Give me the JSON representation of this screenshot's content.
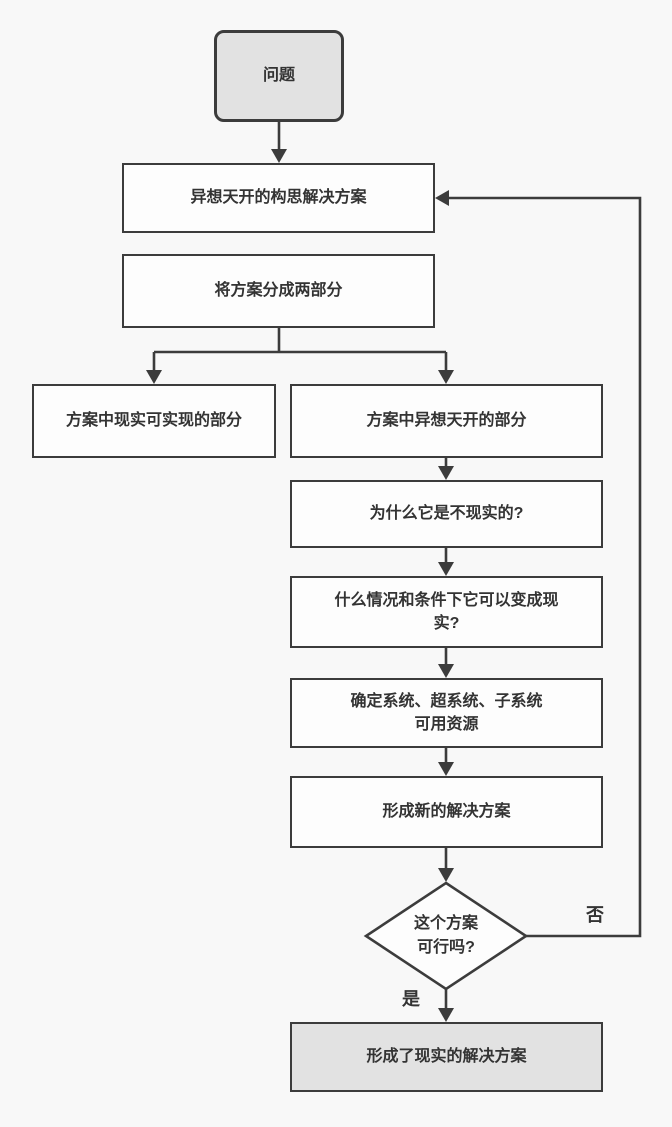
{
  "diagram": {
    "background": "#f8f8f8",
    "stroke_color": "#3c3c3c",
    "text_color": "#333333",
    "node_fill": "#fdfdfd",
    "terminal_fill": "#e2e2e2",
    "nodes": {
      "problem": "问题",
      "ideal": "异想天开的构思解决方案",
      "split": "将方案分成两部分",
      "practical": "方案中现实可实现的部分",
      "fantasy": "方案中异想天开的部分",
      "why": "为什么它是不现实的?",
      "condition": "什么情况和条件下它可以变成现\n实?",
      "resources": "确定系统、超系统、子系统\n可用资源",
      "new_solution": "形成新的解决方案",
      "decision": "这个方案\n可行吗?",
      "final": "形成了现实的解决方案"
    },
    "edge_labels": {
      "no": "否",
      "yes": "是"
    }
  }
}
